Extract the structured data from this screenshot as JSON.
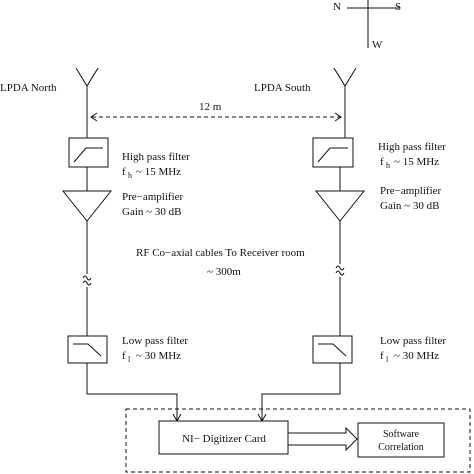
{
  "compass": {
    "north": "N",
    "south": "S",
    "west": "W"
  },
  "antennas": {
    "north_label": "LPDA North",
    "south_label": "LPDA South",
    "separation": "12 m"
  },
  "chain_north": {
    "hpf_title": "High pass filter",
    "hpf_sym": "f",
    "hpf_sub": "h",
    "hpf_val": "~ 15 MHz",
    "amp_title": "Pre−amplifier",
    "amp_gain": "Gain ~ 30 dB",
    "lpf_title": "Low pass filter",
    "lpf_sym": "f",
    "lpf_sub": "l",
    "lpf_val": "~ 30  MHz"
  },
  "chain_south": {
    "hpf_title": "High pass filter",
    "hpf_sym": "f",
    "hpf_sub": "h",
    "hpf_val": "~ 15 MHz",
    "amp_title": "Pre−amplifier",
    "amp_gain": "Gain ~ 30 dB",
    "lpf_title": "Low pass filter",
    "lpf_sym": "f",
    "lpf_sub": "l",
    "lpf_val": "~ 30  MHz"
  },
  "cable": {
    "title": "RF Co−axial cables To Receiver room",
    "length": "~ 300m"
  },
  "receiver": {
    "digitizer": "NI− Digitizer Card",
    "software_line1": "Software",
    "software_line2": "Correlation"
  }
}
